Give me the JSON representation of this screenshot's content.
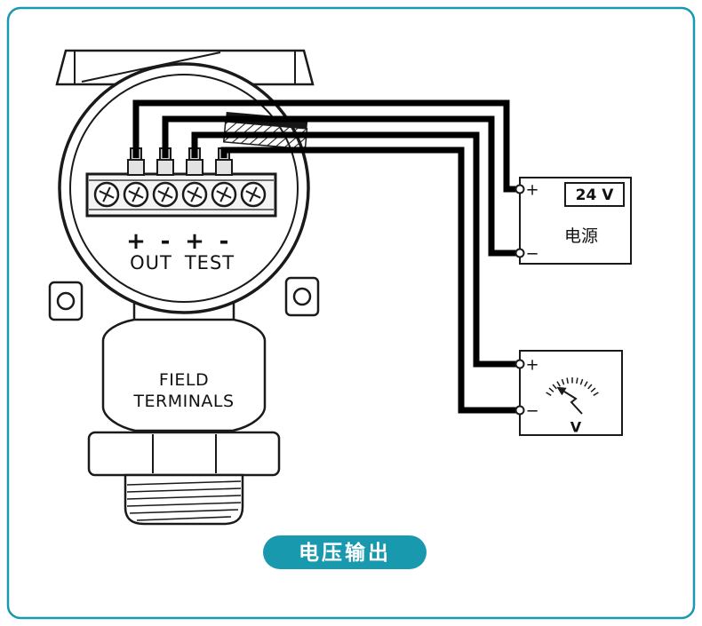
{
  "colors": {
    "accent": "#1899ad",
    "wire": "#000000"
  },
  "transmitter": {
    "terminal_signs": [
      "+",
      "-",
      "+",
      "-"
    ],
    "out_label": "OUT",
    "test_label": "TEST",
    "field_terminals_line1": "FIELD",
    "field_terminals_line2": "TERMINALS"
  },
  "power_supply": {
    "plus": "+",
    "minus": "−",
    "voltage": "24 V",
    "label": "电源"
  },
  "voltmeter": {
    "plus": "+",
    "minus": "−",
    "unit": "V"
  },
  "caption": {
    "label": "电压输出"
  }
}
